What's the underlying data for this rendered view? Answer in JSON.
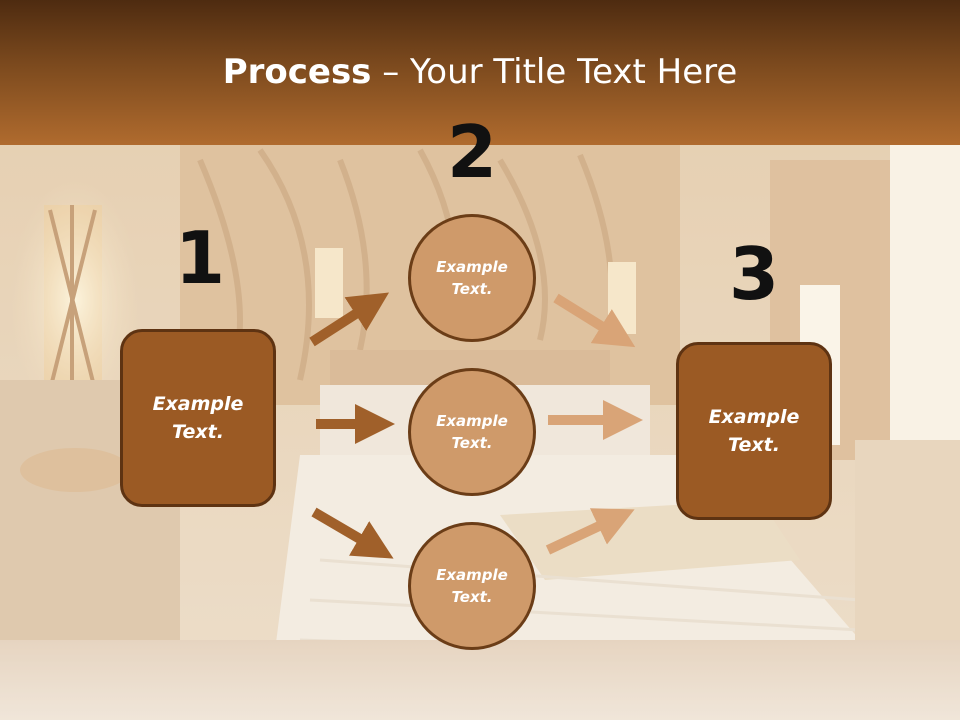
{
  "title": {
    "bold": "Process",
    "rest": " – Your Title Text Here"
  },
  "steps": {
    "one": "1",
    "two": "2",
    "three": "3"
  },
  "left_box": {
    "line1": "Example",
    "line2": "Text."
  },
  "circles": [
    {
      "line1": "Example",
      "line2": "Text."
    },
    {
      "line1": "Example",
      "line2": "Text."
    },
    {
      "line1": "Example",
      "line2": "Text."
    }
  ],
  "right_box": {
    "line1": "Example",
    "line2": "Text."
  },
  "colors": {
    "header_dark": "#4e2b10",
    "header_light": "#b06b2e",
    "box_fill": "#9b5a24",
    "circle_fill": "#cf9a6a",
    "arrow_dark": "#a0602a",
    "arrow_light": "#d9a477"
  }
}
